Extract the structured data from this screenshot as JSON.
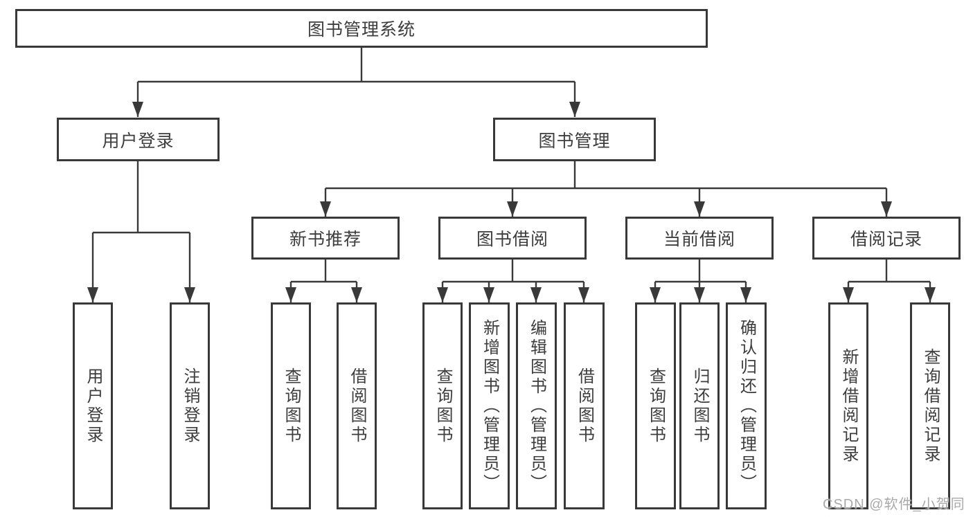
{
  "colors": {
    "line": "#393939",
    "box_border": "#393939",
    "text": "#3d3d3d",
    "watermark": "#a9a9a9",
    "background": "#ffffff"
  },
  "watermark": {
    "text": "CSDN @软件_小贺同学"
  },
  "tree": {
    "label": "图书管理系统",
    "children": [
      {
        "label": "用户登录",
        "children": [
          {
            "label": "用户登录"
          },
          {
            "label": "注销登录"
          }
        ]
      },
      {
        "label": "图书管理",
        "children": [
          {
            "label": "新书推荐",
            "children": [
              {
                "label": "查询图书"
              },
              {
                "label": "借阅图书"
              }
            ]
          },
          {
            "label": "图书借阅",
            "children": [
              {
                "label": "查询图书"
              },
              {
                "label": "新增图书（管理员）"
              },
              {
                "label": "编辑图书（管理员）"
              },
              {
                "label": "借阅图书"
              }
            ]
          },
          {
            "label": "当前借阅",
            "children": [
              {
                "label": "查询图书"
              },
              {
                "label": "归还图书"
              },
              {
                "label": "确认归还（管理员）"
              }
            ]
          },
          {
            "label": "借阅记录",
            "children": [
              {
                "label": "新增借阅记录"
              },
              {
                "label": "查询借阅记录"
              }
            ]
          }
        ]
      }
    ]
  }
}
